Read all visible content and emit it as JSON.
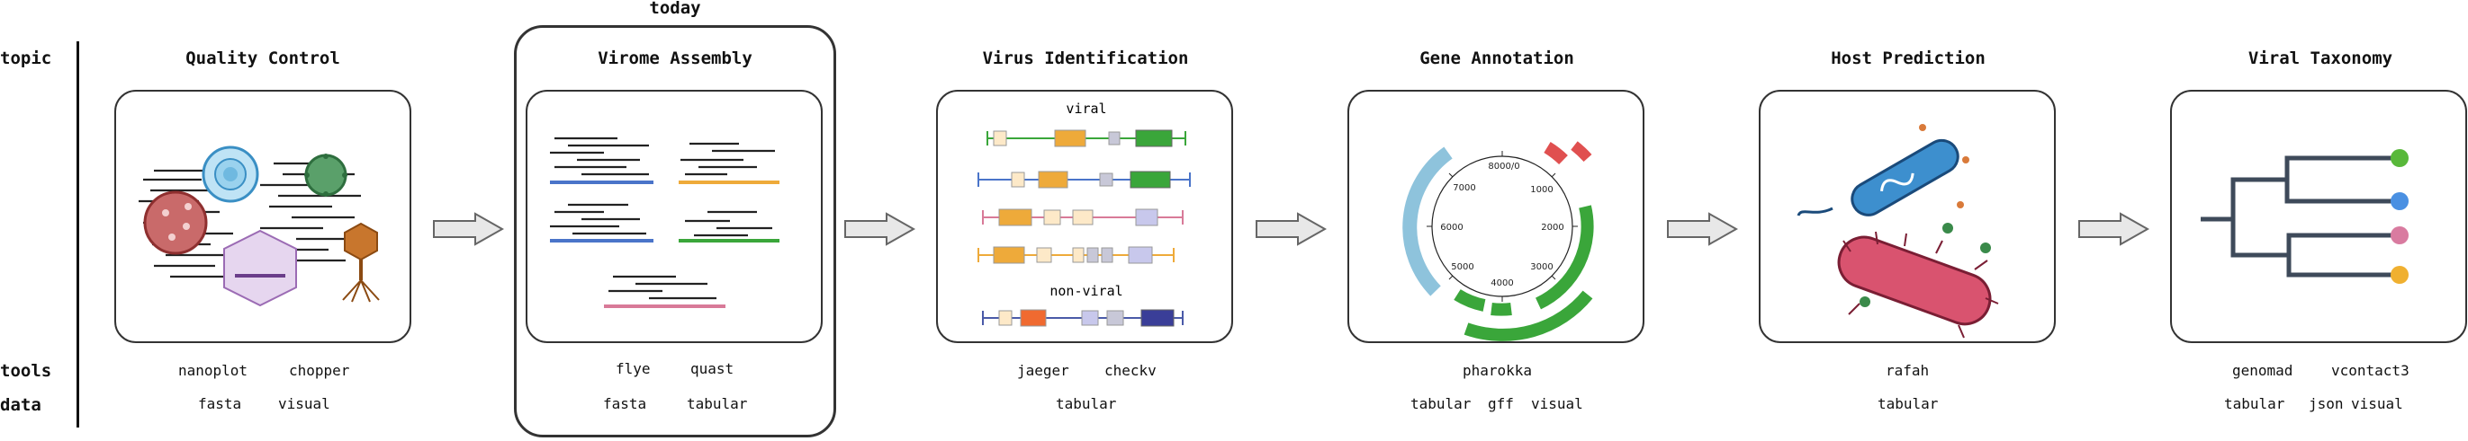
{
  "row_labels": {
    "topic": "topic",
    "tools": "tools",
    "data": "data"
  },
  "highlight_label": "today",
  "steps": [
    {
      "title": "Quality Control",
      "tools": [
        "nanoplot",
        "chopper"
      ],
      "data": [
        "fasta",
        "visual"
      ]
    },
    {
      "title": "Virome Assembly",
      "tools": [
        "flye",
        "quast"
      ],
      "data": [
        "fasta",
        "tabular"
      ]
    },
    {
      "title": "Virus Identification",
      "tools": [
        "jaeger",
        "checkv"
      ],
      "data": [
        "tabular"
      ],
      "panel_labels": {
        "viral": "viral",
        "non_viral": "non-viral"
      }
    },
    {
      "title": "Gene Annotation",
      "tools": [
        "pharokka"
      ],
      "data": [
        "tabular",
        "gff",
        "visual"
      ],
      "genome_ticks": [
        "8000/0",
        "1000",
        "2000",
        "3000",
        "4000",
        "5000",
        "6000",
        "7000"
      ]
    },
    {
      "title": "Host Prediction",
      "tools": [
        "rafah"
      ],
      "data": [
        "tabular"
      ]
    },
    {
      "title": "Viral Taxonomy",
      "tools": [
        "genomad",
        "vcontact3"
      ],
      "data": [
        "tabular",
        "json",
        "visual"
      ]
    }
  ],
  "colors": {
    "blue": "#4a74c9",
    "orange": "#eeaa3a",
    "green": "#3aa63a",
    "pink": "#d87a98",
    "lightblue": "#8ec3dc",
    "red": "#e05050",
    "tipgreen": "#58b83a",
    "tipblue": "#4a90e2",
    "tippink": "#d97ba0",
    "tipyellow": "#f0b030"
  }
}
